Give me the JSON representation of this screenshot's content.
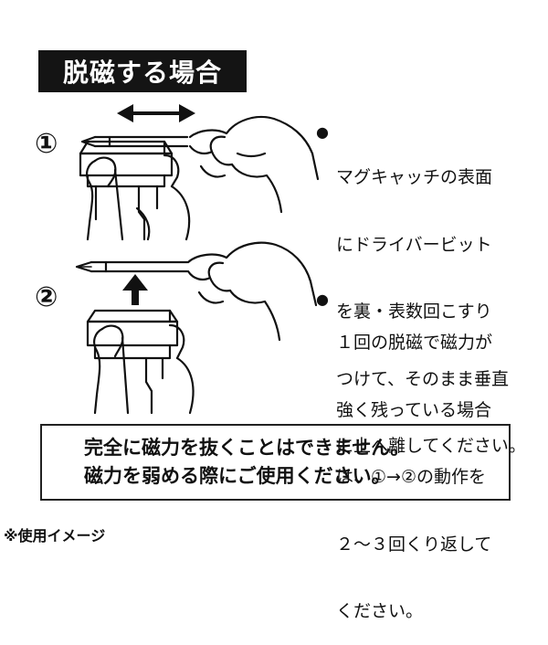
{
  "title": "脱磁する場合",
  "steps": [
    {
      "number": "①",
      "bullet": "●",
      "lines": [
        "マグキャッチの表面",
        "にドライバービット",
        "を裏・表数回こすり",
        "つけて、そのまま垂直",
        "に上へ離してください。"
      ]
    },
    {
      "number": "②",
      "bullet": "●",
      "lines": [
        "１回の脱磁で磁力が",
        "強く残っている場合",
        "は、①→②の動作を",
        "２～３回くり返して",
        "ください。"
      ]
    }
  ],
  "notice": {
    "lines": [
      "完全に磁力を抜くことはできません。",
      "磁力を弱める際にご使用ください。"
    ]
  },
  "caption": "※使用イメージ",
  "icons": {
    "step1_arrow": "double-horizontal-arrow-icon",
    "step2_arrow": "up-arrow-icon"
  }
}
